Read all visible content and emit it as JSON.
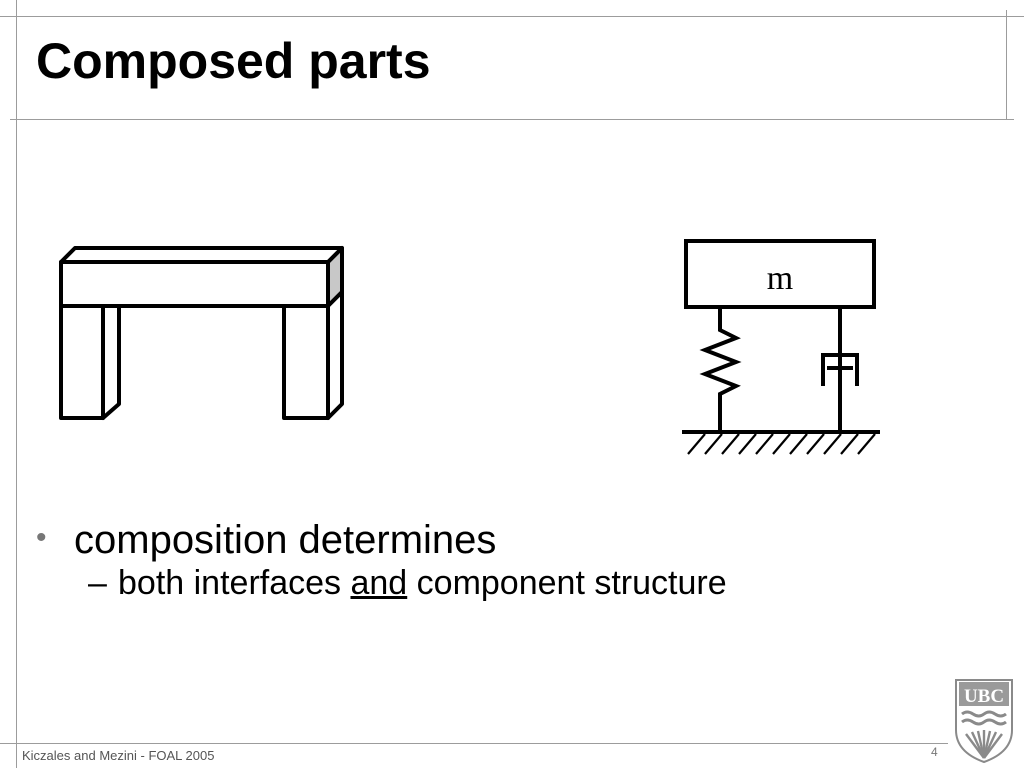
{
  "slide": {
    "title": "Composed parts",
    "bullet_1": "composition determines",
    "sub_bullet": {
      "dash": "–",
      "before": "both interfaces ",
      "underlined": "and",
      "after": " component structure"
    },
    "bullet_marker": "•",
    "footer": "Kiczales and Mezini - FOAL 2005",
    "page_number": "4"
  },
  "diagram_right": {
    "mass_label": "m"
  },
  "logo": {
    "text": "UBC"
  }
}
